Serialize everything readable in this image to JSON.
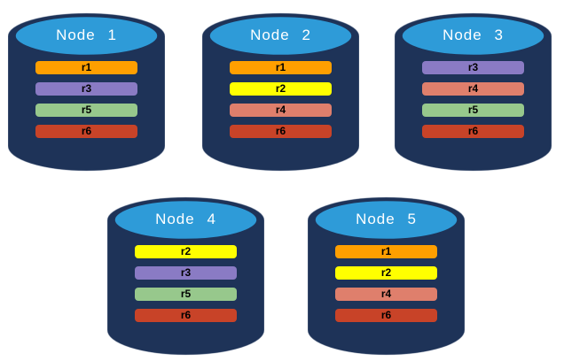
{
  "canvas": {
    "background": "#ffffff"
  },
  "colors": {
    "cylinder_body": "#1E3358",
    "cylinder_top": "#2E9BD8",
    "title_text": "#FFFFFF",
    "bar_text": "#000000",
    "replica_r1": "#FF9F00",
    "replica_r2": "#FFFF00",
    "replica_r3": "#8A7BC4",
    "replica_r4": "#DF7F6C",
    "replica_r5": "#97C88C",
    "replica_r6": "#C84328"
  },
  "nodes": [
    {
      "name": "Node 1",
      "replicas": [
        {
          "label": "r1",
          "color": "#FF9F00"
        },
        {
          "label": "r3",
          "color": "#8A7BC4"
        },
        {
          "label": "r5",
          "color": "#97C88C"
        },
        {
          "label": "r6",
          "color": "#C84328"
        }
      ]
    },
    {
      "name": "Node 2",
      "replicas": [
        {
          "label": "r1",
          "color": "#FF9F00"
        },
        {
          "label": "r2",
          "color": "#FFFF00"
        },
        {
          "label": "r4",
          "color": "#DF7F6C"
        },
        {
          "label": "r6",
          "color": "#C84328"
        }
      ]
    },
    {
      "name": "Node 3",
      "replicas": [
        {
          "label": "r3",
          "color": "#8A7BC4"
        },
        {
          "label": "r4",
          "color": "#DF7F6C"
        },
        {
          "label": "r5",
          "color": "#97C88C"
        },
        {
          "label": "r6",
          "color": "#C84328"
        }
      ]
    },
    {
      "name": "Node 4",
      "replicas": [
        {
          "label": "r2",
          "color": "#FFFF00"
        },
        {
          "label": "r3",
          "color": "#8A7BC4"
        },
        {
          "label": "r5",
          "color": "#97C88C"
        },
        {
          "label": "r6",
          "color": "#C84328"
        }
      ]
    },
    {
      "name": "Node 5",
      "replicas": [
        {
          "label": "r1",
          "color": "#FF9F00"
        },
        {
          "label": "r2",
          "color": "#FFFF00"
        },
        {
          "label": "r4",
          "color": "#DF7F6C"
        },
        {
          "label": "r6",
          "color": "#C84328"
        }
      ]
    }
  ]
}
